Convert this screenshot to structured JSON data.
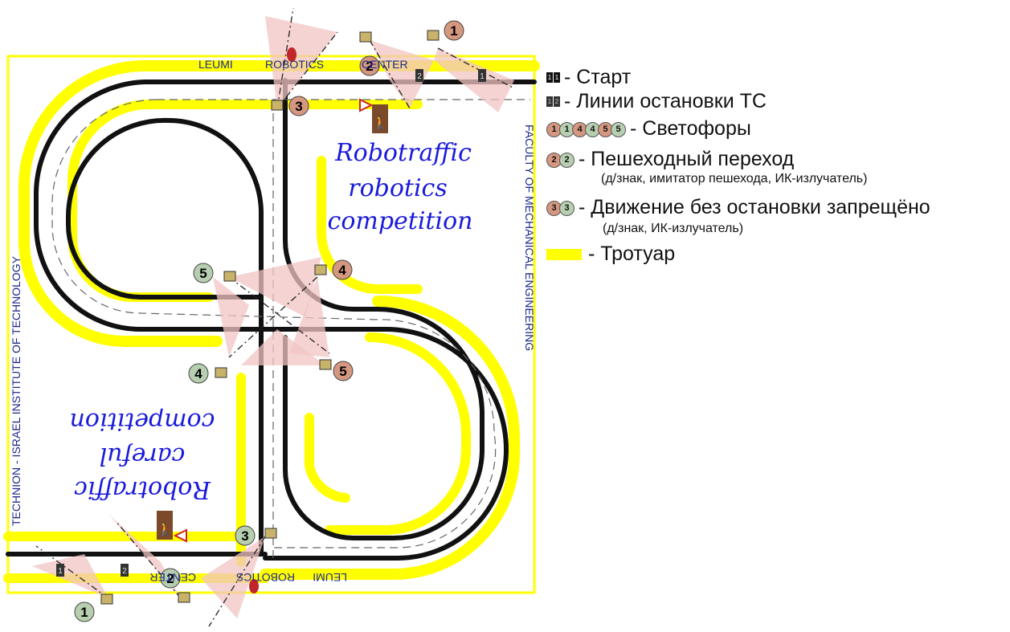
{
  "labels": {
    "top_text_1": "LEUMI",
    "top_text_2": "ROBOTICS",
    "top_text_3": "CENTER",
    "bottom_text_1": "LEUMI",
    "bottom_text_2": "ROBOTICS",
    "bottom_text_3": "CENTER",
    "left_vertical": "TECHNION - ISRAEL INSTITUTE OF TECHNOLOGY",
    "right_vertical": "FACULTY OF MECHANICAL ENGINEERING",
    "title_upper_1": "Robotraffic",
    "title_upper_2": "robotics",
    "title_upper_3": "competition",
    "title_lower_1": "Robotraffic",
    "title_lower_2": "careful",
    "title_lower_3": "competition"
  },
  "markers": {
    "m1_top": "1",
    "m2_top": "2",
    "m3_top": "3",
    "m4_right": "4",
    "m5_left": "5",
    "m4_left": "4",
    "m5_right": "5",
    "m3_bottom": "3",
    "m2_bottom": "2",
    "m1_bottom": "1",
    "stop_1": "1",
    "stop_2": "2"
  },
  "legend": {
    "start": "- Старт",
    "stop_lines": "- Линии остановки ТС",
    "traffic_lights": "- Светофоры",
    "traffic_lights_nums": [
      "1",
      "1",
      "4",
      "4",
      "5",
      "5"
    ],
    "crossing": "- Пешеходный переход",
    "crossing_nums": [
      "2",
      "2"
    ],
    "crossing_sub": "(д/знак, имитатор пешехода, ИК-излучатель)",
    "no_pass": "- Движение без остановки запрещёно",
    "no_pass_nums": [
      "3",
      "3"
    ],
    "no_pass_sub": "(д/знак, ИК-излучатель)",
    "sidewalk": "- Тротуар"
  },
  "colors": {
    "sidewalk": "#ffff00",
    "track": "#111111",
    "light_zone": "#f2c4c4",
    "marker_red": "#d59780",
    "marker_green": "#b7cfb0",
    "title_blue": "#1a1adc",
    "vertical_text": "#1e2a8c"
  }
}
